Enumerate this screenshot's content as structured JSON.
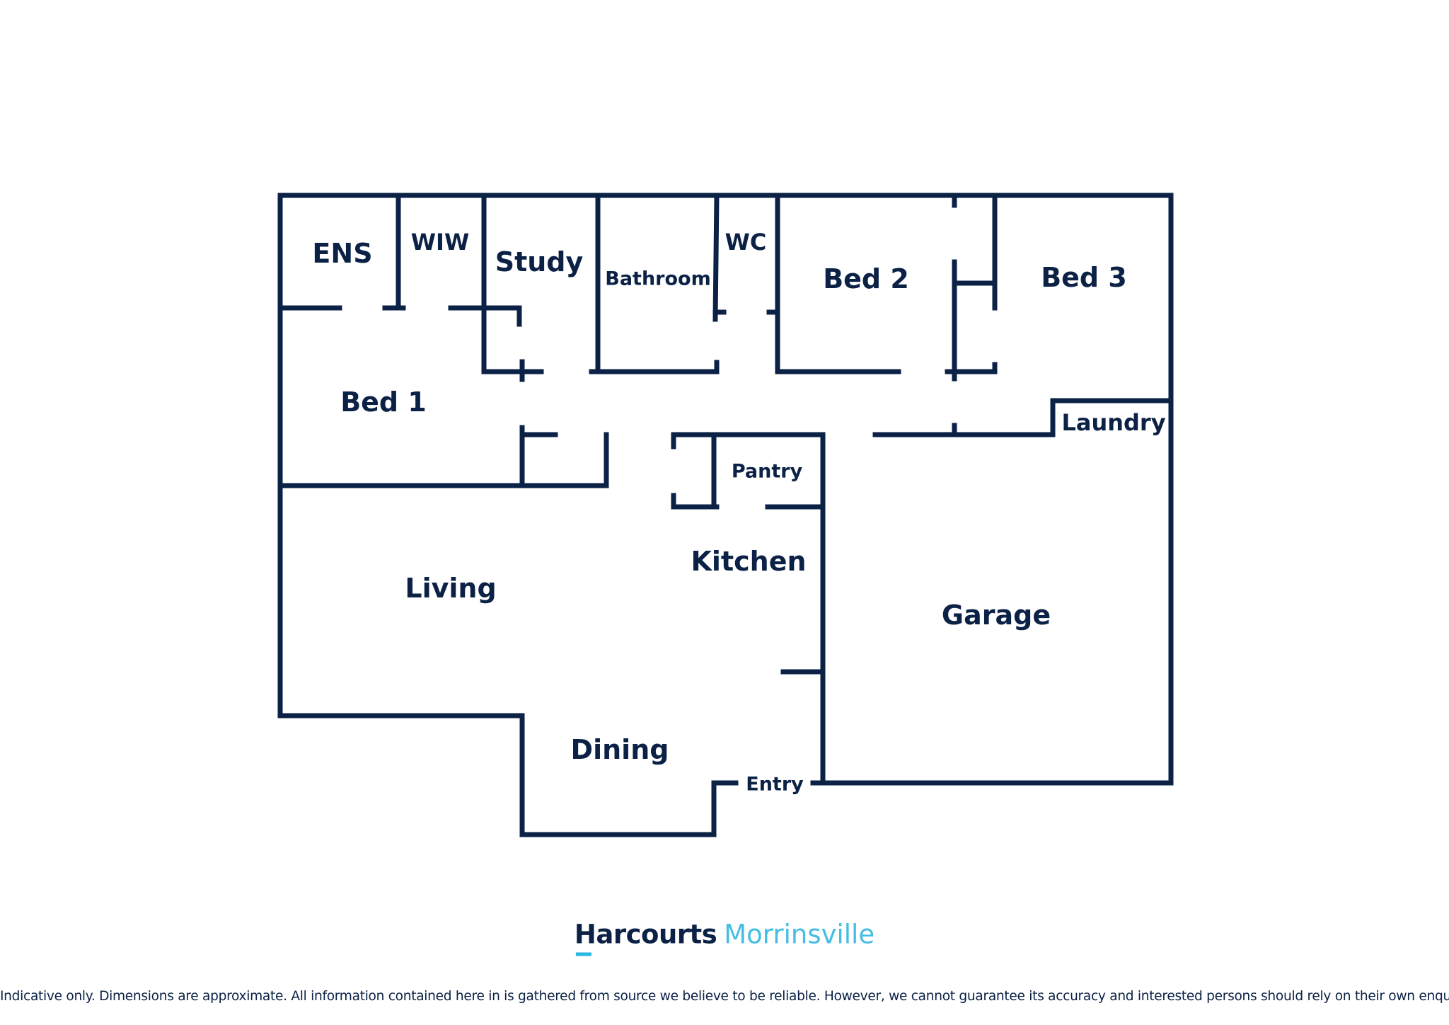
{
  "colors": {
    "wall": "#0b2145",
    "brand_navy": "#0b2145",
    "brand_cyan": "#46bde2"
  },
  "rooms": {
    "ens": "ENS",
    "wiw": "WIW",
    "study": "Study",
    "bathroom": "Bathroom",
    "wc": "WC",
    "bed2": "Bed 2",
    "bed3": "Bed 3",
    "bed1": "Bed 1",
    "laundry": "Laundry",
    "pantry": "Pantry",
    "kitchen": "Kitchen",
    "living": "Living",
    "garage": "Garage",
    "dining": "Dining",
    "entry": "Entry"
  },
  "footer": {
    "brand": "Harcourts",
    "office": "Morrinsville",
    "disclaimer": "Indicative only. Dimensions are approximate. All information contained here in is gathered from source we believe to be reliable. However, we cannot guarantee its accuracy and interested persons should rely on their own enquiries."
  }
}
